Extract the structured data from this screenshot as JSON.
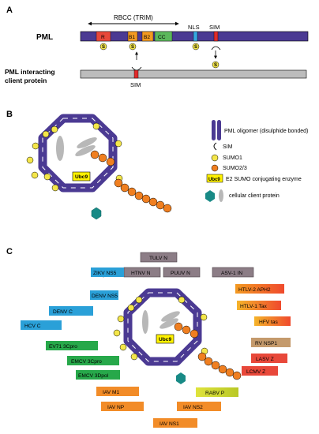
{
  "panels": {
    "a": "A",
    "b": "B",
    "c": "C"
  },
  "panel_a": {
    "rbcc_label": "RBCC (TRIM)",
    "pml_label": "PML",
    "nls_label": "NLS",
    "sim_top_label": "SIM",
    "domains": [
      "R",
      "B1",
      "B2",
      "CC"
    ],
    "client_label_line1": "PML interacting",
    "client_label_line2": "client protein",
    "sim_bottom_label": "SIM",
    "sumo_symbol": "S"
  },
  "panel_b": {
    "ubc9_label": "Ubc9",
    "legend": {
      "oligomer": "PML oligomer (disulphide bonded)",
      "sim": "SIM",
      "sumo1": "SUMO1",
      "sumo23": "SUMO2/3",
      "e2_tag": "Ubc9",
      "e2": "E2 SUMO conjugating enzyme",
      "client": "cellular client protein"
    }
  },
  "panel_c": {
    "ubc9_label": "Ubc9",
    "proteins": [
      {
        "label": "TULV N",
        "color": "#8c7d86"
      },
      {
        "label": "HTNV N",
        "color": "#8c7d86"
      },
      {
        "label": "PUUV N",
        "color": "#8c7d86"
      },
      {
        "label": "ASV-1 IN",
        "color": "#8c7d86"
      },
      {
        "label": "ZIKV NS5",
        "color": "#2aa0d8"
      },
      {
        "label": "DENV NS5",
        "color": "#2aa0d8"
      },
      {
        "label": "DENV C",
        "color": "#2aa0d8"
      },
      {
        "label": "HCV C",
        "color": "#2aa0d8"
      },
      {
        "label": "EV71 3Cpro",
        "color": "#27a84a"
      },
      {
        "label": "EMCV 3Cpro",
        "color": "#27a84a"
      },
      {
        "label": "EMCV 3Dpol",
        "color": "#27a84a"
      },
      {
        "label": "HTLV-2 APH2",
        "color": "#f39a22"
      },
      {
        "label": "HTLV-1 Tax",
        "color": "#f39a22"
      },
      {
        "label": "HFV tas",
        "color": "#f39a22"
      },
      {
        "label": "RV NSP1",
        "color": "#c49a6c"
      },
      {
        "label": "LASV Z",
        "color": "#e8483a"
      },
      {
        "label": "LCMV Z",
        "color": "#e8483a"
      },
      {
        "label": "IAV M1",
        "color": "#f28c28"
      },
      {
        "label": "IAV NP",
        "color": "#f28c28"
      },
      {
        "label": "IAV NS2",
        "color": "#f28c28"
      },
      {
        "label": "IAV NS1",
        "color": "#f28c28"
      },
      {
        "label": "RABV P",
        "color": "#c9d22e"
      }
    ]
  },
  "colors": {
    "pml_purple": "#4b3a93",
    "ring_purple": "#4b3a93",
    "sumo1_yellow": "#f4e64a",
    "sumo23_orange": "#f07f20",
    "ubc9_yellow": "#fff200",
    "client_teal": "#188a86",
    "client_gray": "#b8b8b8",
    "sim_red": "#e02a2a",
    "nls_blue": "#36a9e1"
  },
  "icons": [
    "sumo-circle-icon",
    "sim-hook-icon",
    "pml-oligomer-icon",
    "client-hexagon-icon",
    "client-ellipse-icon",
    "double-arrow-icon",
    "curved-arrow-icon"
  ]
}
